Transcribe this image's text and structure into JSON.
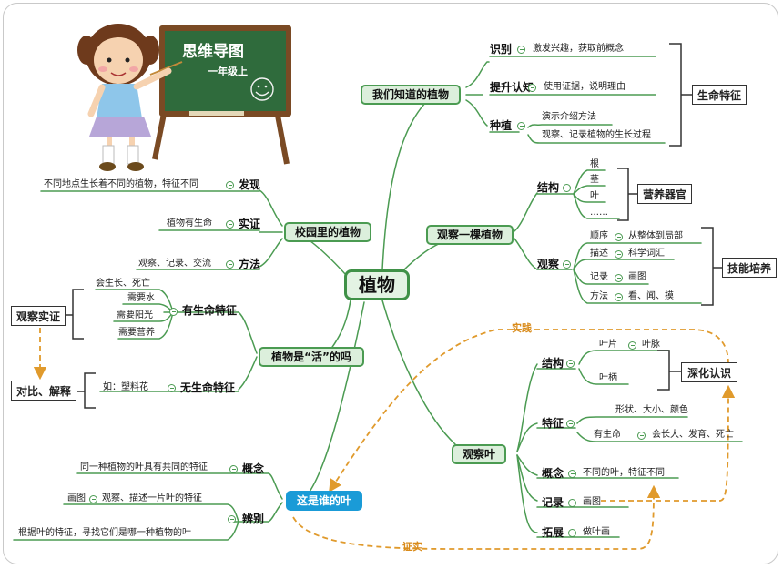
{
  "center": "植物",
  "illustration": {
    "title": "思维导图",
    "subtitle": "一年级上"
  },
  "branch_known": {
    "label": "我们知道的植物",
    "items": [
      {
        "label": "识别",
        "text": "激发兴趣，获取前概念"
      },
      {
        "label": "提升认知",
        "text": "使用证据，说明理由"
      },
      {
        "label": "种植",
        "texts": [
          "演示介绍方法",
          "观察、记录植物的生长过程"
        ]
      }
    ],
    "summary": "生命特征"
  },
  "branch_observe_plant": {
    "label": "观察一棵植物",
    "structure": {
      "label": "结构",
      "items": [
        "根",
        "茎",
        "叶",
        "……"
      ],
      "summary": "营养器官"
    },
    "observe": {
      "label": "观察",
      "items": [
        {
          "k": "顺序",
          "v": "从整体到局部"
        },
        {
          "k": "描述",
          "v": "科学词汇"
        },
        {
          "k": "记录",
          "v": "画图"
        },
        {
          "k": "方法",
          "v": "看、闻、摸"
        }
      ],
      "summary": "技能培养"
    }
  },
  "branch_observe_leaf": {
    "label": "观察叶",
    "structure": {
      "label": "结构",
      "parts": [
        "叶片",
        "叶脉",
        "叶柄"
      ]
    },
    "deepen": "深化认识",
    "features": {
      "label": "特征",
      "items": [
        "形状、大小、颜色",
        "有生命",
        "会长大、发育、死亡"
      ]
    },
    "concept": {
      "label": "概念",
      "text": "不同的叶，特征不同"
    },
    "record": {
      "label": "记录",
      "text": "画图"
    },
    "extend": {
      "label": "拓展",
      "text": "做叶画"
    }
  },
  "branch_campus": {
    "label": "校园里的植物",
    "items": [
      {
        "label": "发现",
        "text": "不同地点生长着不同的植物，特征不同"
      },
      {
        "label": "实证",
        "text": "植物有生命"
      },
      {
        "label": "方法",
        "text": "观察、记录、交流"
      }
    ]
  },
  "branch_alive": {
    "label": "植物是“活”的吗",
    "living": {
      "label": "有生命特征",
      "items": [
        "会生长、死亡",
        "需要水",
        "需要阳光",
        "需要营养"
      ]
    },
    "nonliving": {
      "label": "无生命特征",
      "text": "如：塑料花"
    },
    "box1": "观察实证",
    "box2": "对比、解释"
  },
  "branch_whose_leaf": {
    "label": "这是谁的叶",
    "concept": {
      "label": "概念",
      "text": "同一种植物的叶具有共同的特征"
    },
    "identify": {
      "label": "辨别",
      "texts": [
        "画图",
        "观察、描述一片叶的特征",
        "根据叶的特征，寻找它们是哪一种植物的叶"
      ]
    }
  },
  "annotations": {
    "practice": "实践",
    "verify": "证实"
  },
  "colors": {
    "green": "#4b9b52",
    "box_fill": "#dcefdc",
    "blue": "#1a9bd7",
    "orange": "#e09a2c"
  }
}
